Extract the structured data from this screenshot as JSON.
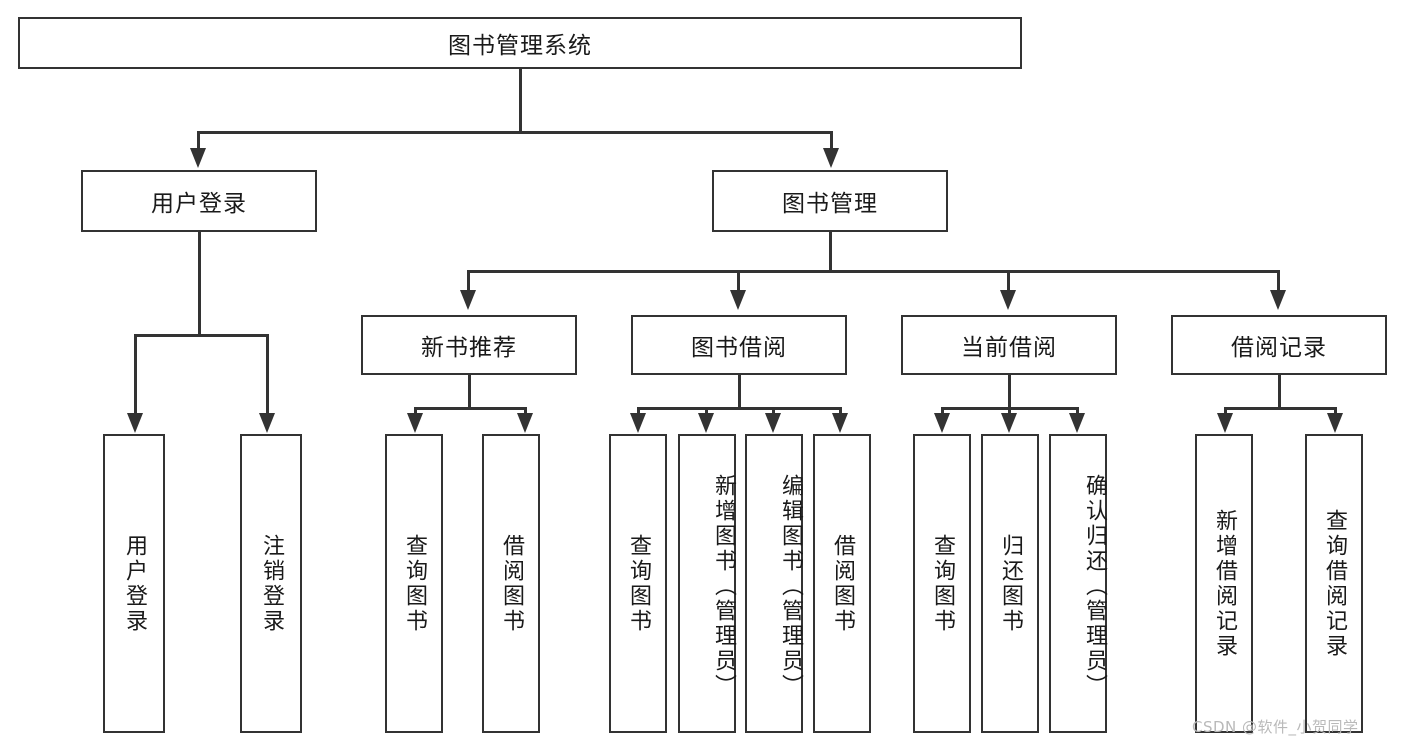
{
  "diagram": {
    "title": "图书管理系统",
    "type": "tree",
    "watermark": "CSDN @软件_小贺同学",
    "colors": {
      "stroke": "#333333",
      "fill": "#ffffff",
      "text": "#1a1a1a",
      "watermark": "#b9b9b9"
    },
    "root": {
      "label": "图书管理系统"
    },
    "level2": [
      {
        "label": "用户登录"
      },
      {
        "label": "图书管理"
      }
    ],
    "level3": [
      {
        "label": "新书推荐"
      },
      {
        "label": "图书借阅"
      },
      {
        "label": "当前借阅"
      },
      {
        "label": "借阅记录"
      }
    ],
    "leaves": {
      "user_login": [
        {
          "label": "用户登录"
        },
        {
          "label": "注销登录"
        }
      ],
      "new_book_recommend": [
        {
          "label": "查询图书"
        },
        {
          "label": "借阅图书"
        }
      ],
      "book_borrow": [
        {
          "label": "查询图书"
        },
        {
          "label": "新增图书（管理员）"
        },
        {
          "label": "编辑图书（管理员）"
        },
        {
          "label": "借阅图书"
        }
      ],
      "current_borrow": [
        {
          "label": "查询图书"
        },
        {
          "label": "归还图书"
        },
        {
          "label": "确认归还（管理员）"
        }
      ],
      "borrow_record": [
        {
          "label": "新增借阅记录"
        },
        {
          "label": "查询借阅记录"
        }
      ]
    }
  }
}
